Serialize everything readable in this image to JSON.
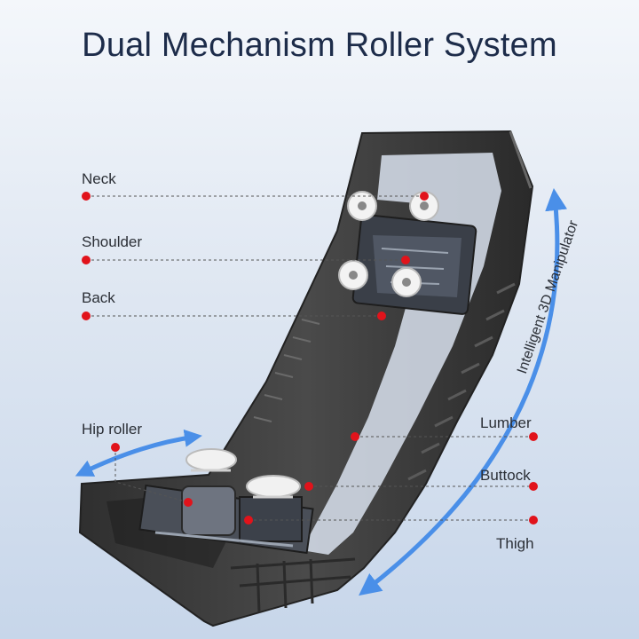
{
  "title": "Dual Mechanism Roller System",
  "labels": {
    "neck": "Neck",
    "shoulder": "Shoulder",
    "back": "Back",
    "hip_roller": "Hip roller",
    "lumber": "Lumber",
    "buttock": "Buttock",
    "thigh": "Thigh"
  },
  "arc_label": "Intelligent 3D Manipulator",
  "colors": {
    "marker": "#e1131b",
    "arrow": "#4a8fe8",
    "frame": "#3d3d3d",
    "title": "#1d2c4a"
  }
}
